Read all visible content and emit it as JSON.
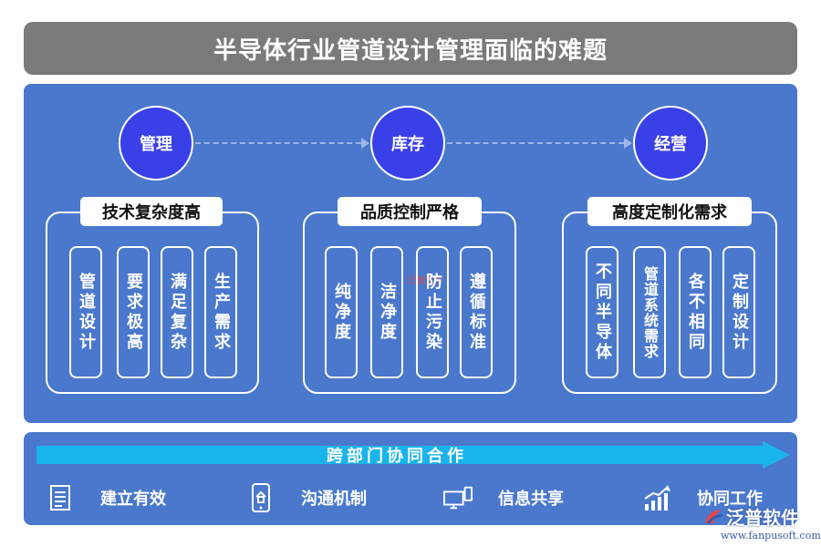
{
  "title": "半导体行业管道设计管理面临的难题",
  "circles": [
    "管理",
    "库存",
    "经营"
  ],
  "groups": [
    {
      "title": "技术复杂度高",
      "items": [
        "管道设计",
        "要求极高",
        "满足复杂",
        "生产需求"
      ]
    },
    {
      "title": "品质控制严格",
      "items": [
        "纯净度",
        "洁净度",
        "防止污染",
        "遵循标准"
      ]
    },
    {
      "title": "高度定制化需求",
      "items": [
        "不同半导体",
        "管道系统需求",
        "各不相同",
        "定制设计"
      ]
    }
  ],
  "arrow_label": "跨部门协同合作",
  "features": [
    {
      "icon": "document-icon",
      "label": "建立有效"
    },
    {
      "icon": "mobile-home-icon",
      "label": "沟通机制"
    },
    {
      "icon": "devices-icon",
      "label": "信息共享"
    },
    {
      "icon": "growth-chart-icon",
      "label": "协同工作"
    }
  ],
  "logo_text": "泛普软件",
  "logo_url": "www.fanpusoft.com",
  "center_watermark": "泛普软件",
  "colors": {
    "panel": "#4a78cc",
    "circle": "#3a40e8",
    "title_bar": "#7a7a7a",
    "arrow": "#19b4ec"
  }
}
